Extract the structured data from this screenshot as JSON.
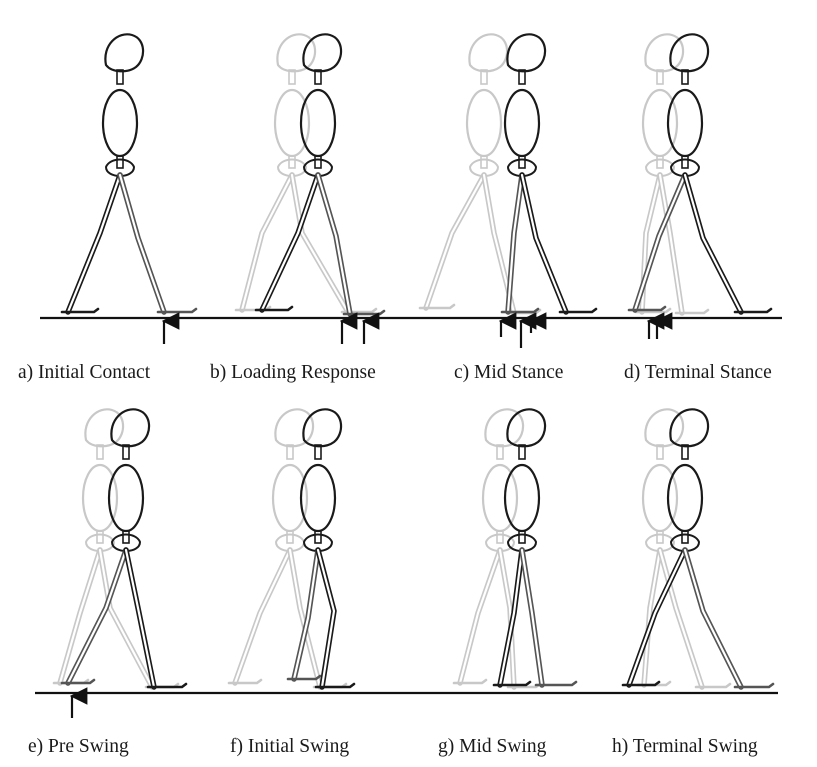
{
  "figure": {
    "panels": [
      {
        "caption": "a) Initial Contact",
        "arrows": 1
      },
      {
        "caption": "b) Loading Response",
        "arrows": 2
      },
      {
        "caption": "c) Mid Stance",
        "arrows": 3
      },
      {
        "caption": "d) Terminal Stance",
        "arrows": 2
      },
      {
        "caption": "e) Pre Swing",
        "arrows": 1
      },
      {
        "caption": "f) Initial Swing",
        "arrows": 0
      },
      {
        "caption": "g) Mid Swing",
        "arrows": 0
      },
      {
        "caption": "h) Terminal Swing",
        "arrows": 0
      }
    ],
    "colors": {
      "ink": "#1a1a1a",
      "ghost": "#c8c8c8",
      "active_leg": "#555555",
      "ground": "#111111"
    }
  }
}
